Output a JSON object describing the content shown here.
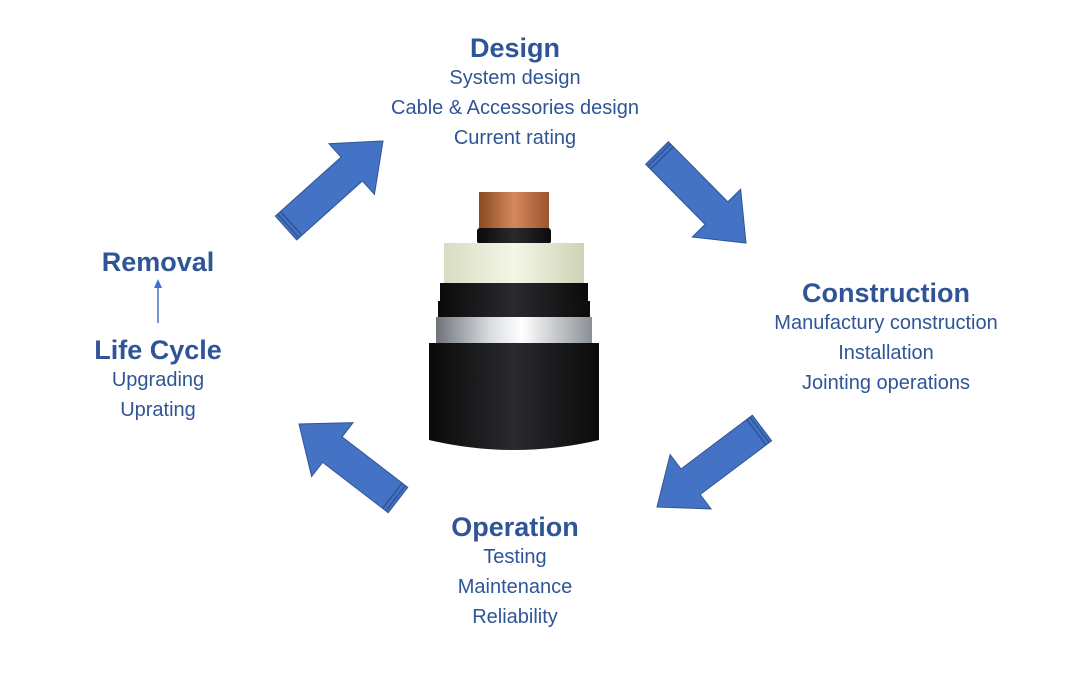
{
  "colors": {
    "arrow": "#4472C4",
    "arrow_edge": "#2F5597",
    "text": "#2F5597"
  },
  "stages": {
    "design": {
      "title": "Design",
      "items": [
        "System design",
        "Cable & Accessories design",
        "Current rating"
      ]
    },
    "construction": {
      "title": "Construction",
      "items": [
        "Manufactury construction",
        "Installation",
        "Jointing operations"
      ]
    },
    "operation": {
      "title": "Operation",
      "items": [
        "Testing",
        "Maintenance",
        "Reliability"
      ]
    },
    "life_cycle": {
      "title": "Life Cycle",
      "items": [
        "Upgrading",
        "Uprating"
      ]
    },
    "removal": {
      "title": "Removal"
    }
  }
}
